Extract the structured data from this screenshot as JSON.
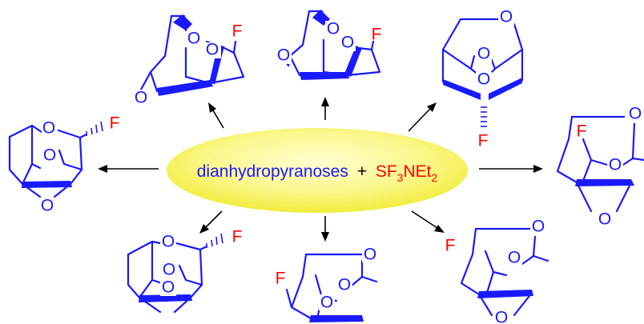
{
  "reaction": {
    "substrate": "dianhydropyranoses",
    "plus": "+",
    "reagent": {
      "main": "SF",
      "sub1": "3",
      "mid": "NEt",
      "sub2": "2"
    }
  },
  "atom_labels": {
    "oxygen": "O",
    "fluorine": "F"
  },
  "colors": {
    "bond": "#1a1aff",
    "oxygen": "#1a1aff",
    "fluorine": "#ff0000",
    "arrow": "#000000",
    "ellipse_inner": "#ffffc0",
    "ellipse_outer": "#f2ef3c"
  }
}
